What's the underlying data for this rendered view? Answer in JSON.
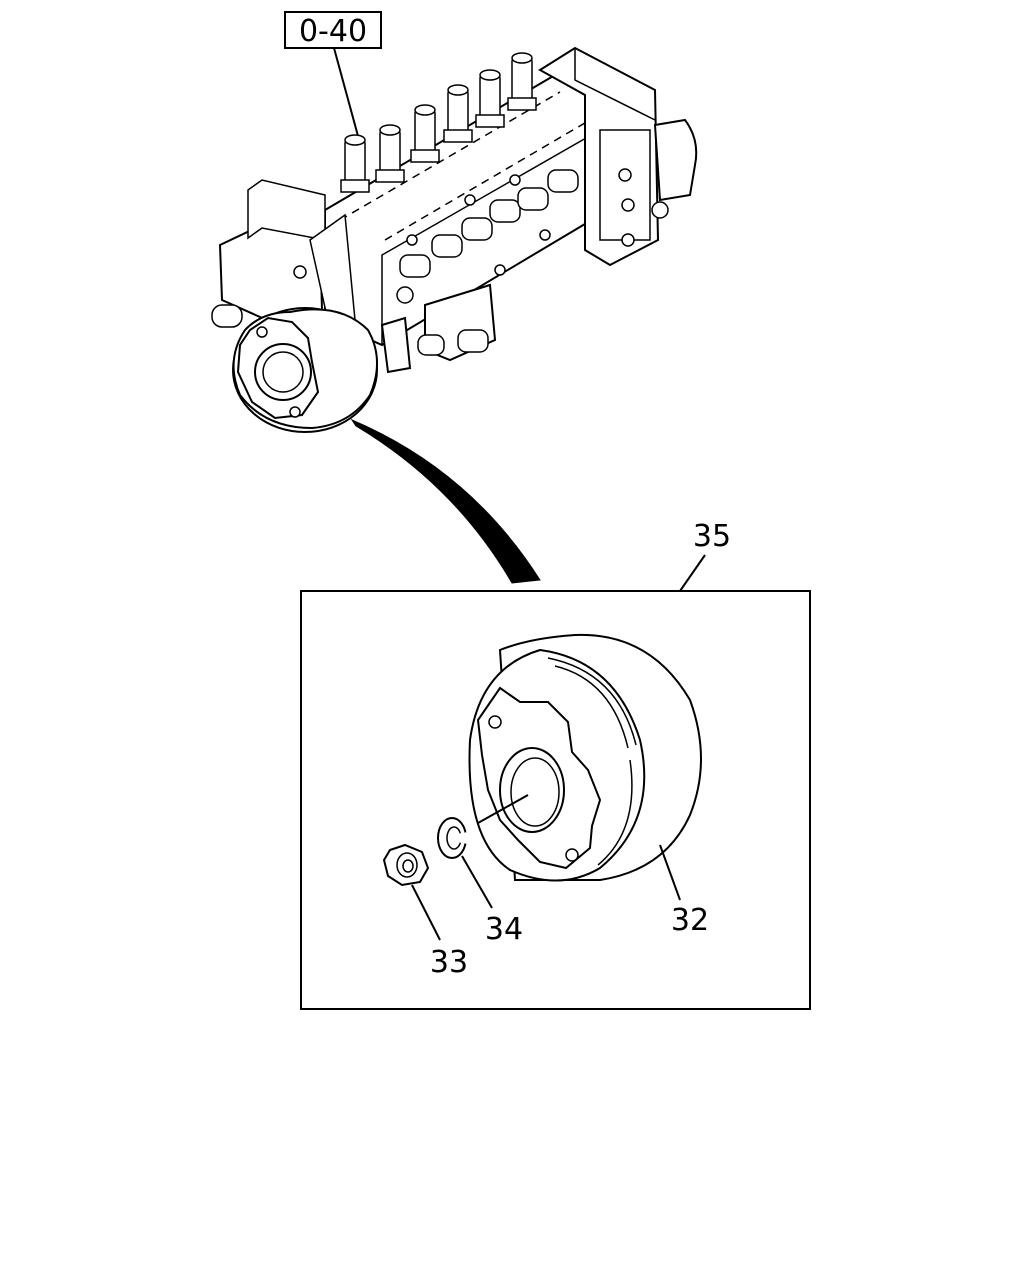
{
  "reference": {
    "code": "0-40"
  },
  "callouts": [
    {
      "id": "assembly",
      "number": "35"
    },
    {
      "id": "cover",
      "number": "32"
    },
    {
      "id": "nut",
      "number": "33"
    },
    {
      "id": "washer",
      "number": "34"
    }
  ]
}
